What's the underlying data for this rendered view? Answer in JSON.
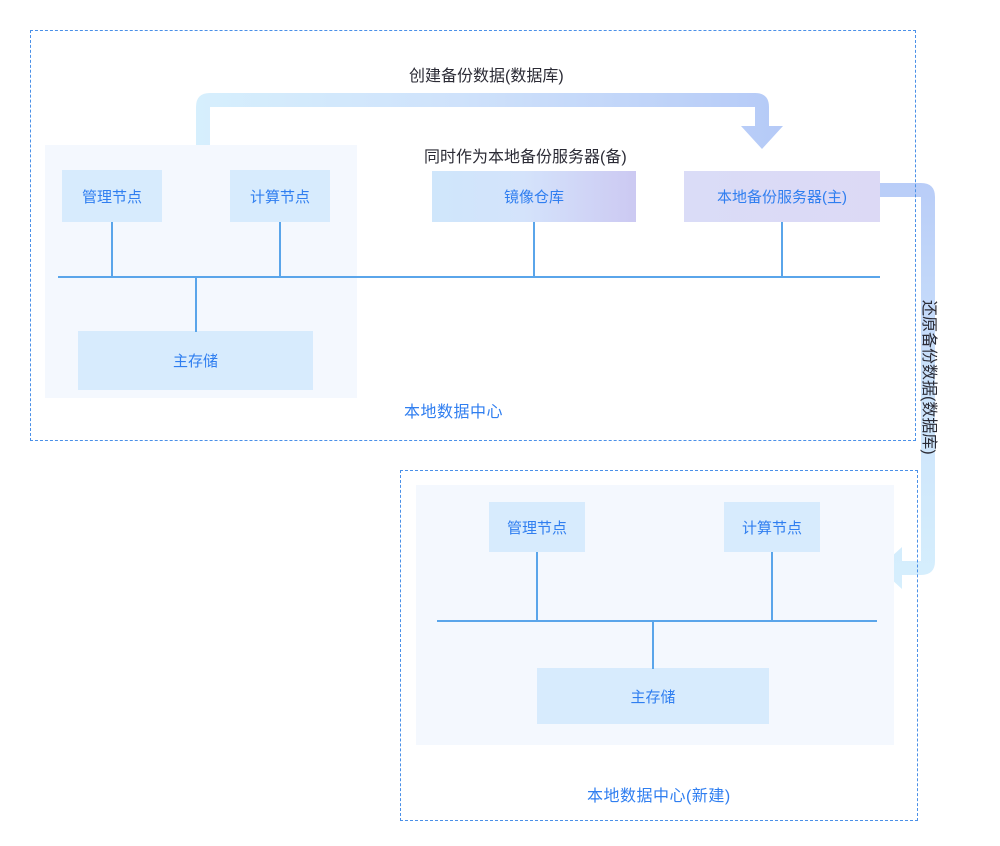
{
  "diagram": {
    "title_annotations": {
      "create_backup": "创建备份数据(数据库)",
      "dual_role": "同时作为本地备份服务器(备)",
      "restore_backup": "还原备份数据(数据库)"
    },
    "regions": [
      {
        "id": "local-data-center",
        "label": "本地数据中心",
        "nodes": [
          {
            "id": "mgmt-node",
            "label": "管理节点"
          },
          {
            "id": "compute-node",
            "label": "计算节点"
          },
          {
            "id": "image-registry",
            "label": "镜像仓库"
          },
          {
            "id": "backup-server",
            "label": "本地备份服务器(主)"
          },
          {
            "id": "main-storage",
            "label": "主存储"
          }
        ]
      },
      {
        "id": "local-data-center-new",
        "label": "本地数据中心(新建)",
        "nodes": [
          {
            "id": "mgmt-node-2",
            "label": "管理节点"
          },
          {
            "id": "compute-node-2",
            "label": "计算节点"
          },
          {
            "id": "main-storage-2",
            "label": "主存储"
          }
        ]
      }
    ],
    "colors": {
      "accent_blue": "#2f7ef0",
      "line_blue": "#5aa5ea",
      "dashed_border": "#4a90e8",
      "panel_bg": "#f4f8fe",
      "node_bg": "#d7ebfd",
      "arrow_light": "#d4eefd",
      "arrow_dark": "#b5caf7",
      "text_dark": "#2b2b35"
    }
  }
}
